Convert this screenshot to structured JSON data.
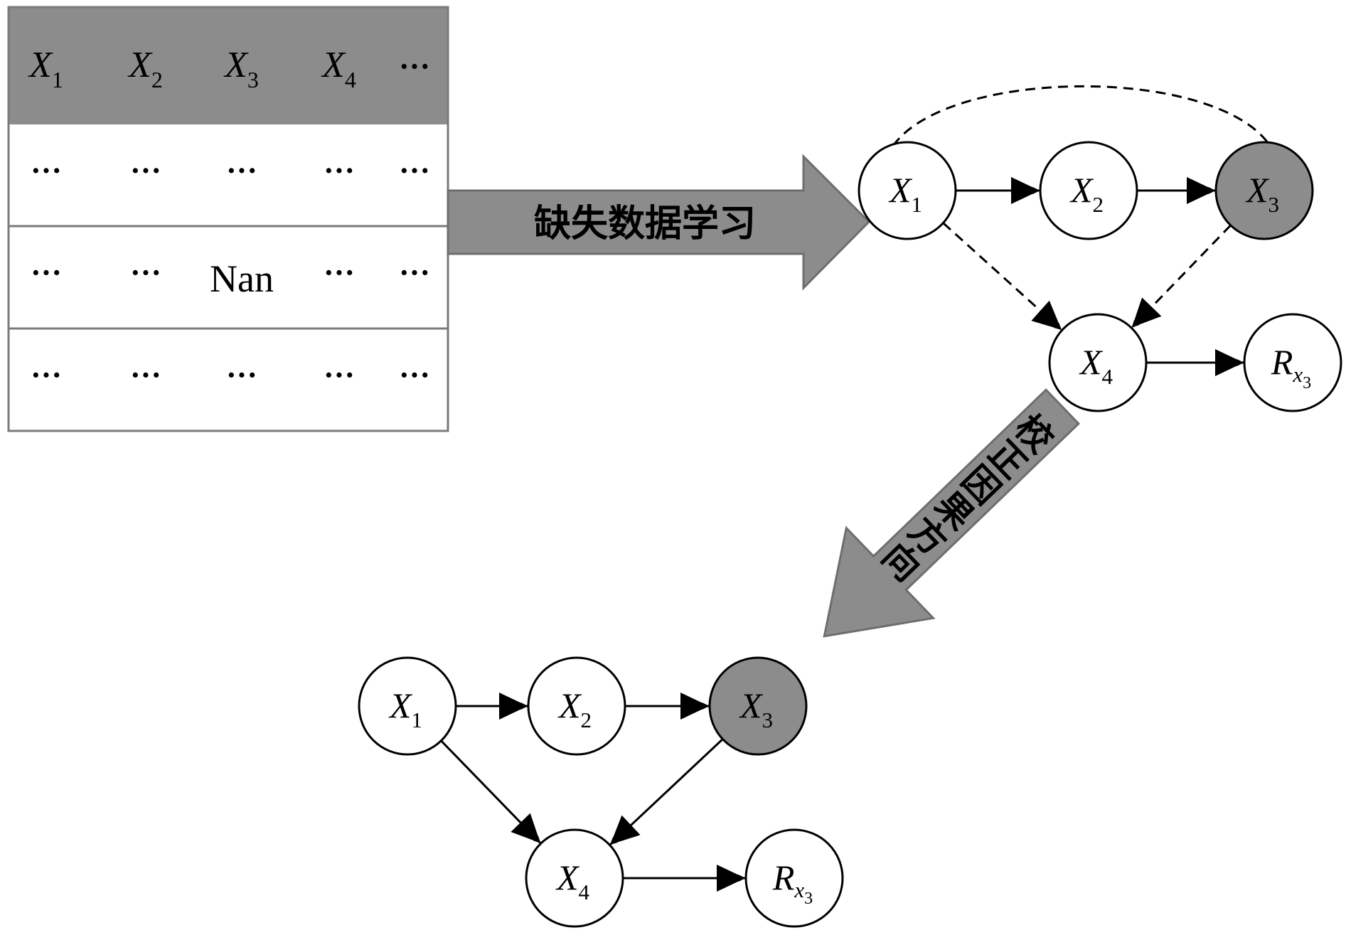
{
  "table": {
    "headers": [
      {
        "var": "X",
        "sub": "1"
      },
      {
        "var": "X",
        "sub": "2"
      },
      {
        "var": "X",
        "sub": "3"
      },
      {
        "var": "X",
        "sub": "4"
      },
      {
        "var": "···",
        "sub": ""
      }
    ],
    "rows": [
      [
        "···",
        "···",
        "···",
        "···",
        "···"
      ],
      [
        "···",
        "···",
        "Nan",
        "···",
        "···"
      ],
      [
        "···",
        "···",
        "···",
        "···",
        "···"
      ]
    ]
  },
  "labels": {
    "learn_arrow": "缺失数据学习",
    "correct_arrow": "校正因果方向"
  },
  "graphs": [
    {
      "id": "learned",
      "nodes": [
        {
          "id": "X1",
          "var": "X",
          "sub": "1",
          "sub2": "",
          "observed_missing": false
        },
        {
          "id": "X2",
          "var": "X",
          "sub": "2",
          "sub2": "",
          "observed_missing": false
        },
        {
          "id": "X3",
          "var": "X",
          "sub": "3",
          "sub2": "",
          "observed_missing": true
        },
        {
          "id": "X4",
          "var": "X",
          "sub": "4",
          "sub2": "",
          "observed_missing": false
        },
        {
          "id": "RX3",
          "var": "R",
          "sub": "x",
          "sub2": "3",
          "observed_missing": false
        }
      ],
      "edges": [
        {
          "from": "X1",
          "to": "X2",
          "style": "solid"
        },
        {
          "from": "X2",
          "to": "X3",
          "style": "solid"
        },
        {
          "from": "X1",
          "to": "X4",
          "style": "dashed"
        },
        {
          "from": "X3",
          "to": "X4",
          "style": "dashed"
        },
        {
          "from": "X4",
          "to": "RX3",
          "style": "solid"
        },
        {
          "from": "X1",
          "to": "X3",
          "style": "dashed-curve"
        }
      ]
    },
    {
      "id": "corrected",
      "nodes": [
        {
          "id": "X1",
          "var": "X",
          "sub": "1",
          "sub2": "",
          "observed_missing": false
        },
        {
          "id": "X2",
          "var": "X",
          "sub": "2",
          "sub2": "",
          "observed_missing": false
        },
        {
          "id": "X3",
          "var": "X",
          "sub": "3",
          "sub2": "",
          "observed_missing": true
        },
        {
          "id": "X4",
          "var": "X",
          "sub": "4",
          "sub2": "",
          "observed_missing": false
        },
        {
          "id": "RX3",
          "var": "R",
          "sub": "x",
          "sub2": "3",
          "observed_missing": false
        }
      ],
      "edges": [
        {
          "from": "X1",
          "to": "X2",
          "style": "solid"
        },
        {
          "from": "X2",
          "to": "X3",
          "style": "solid"
        },
        {
          "from": "X1",
          "to": "X4",
          "style": "solid"
        },
        {
          "from": "X3",
          "to": "X4",
          "style": "solid"
        },
        {
          "from": "X4",
          "to": "RX3",
          "style": "solid"
        }
      ]
    }
  ],
  "colors": {
    "header_fill": "#8c8c8c",
    "arrow_fill": "#8c8c8c",
    "missing_node_fill": "#8c8c8c",
    "node_fill": "#ffffff",
    "stroke": "#000000"
  }
}
